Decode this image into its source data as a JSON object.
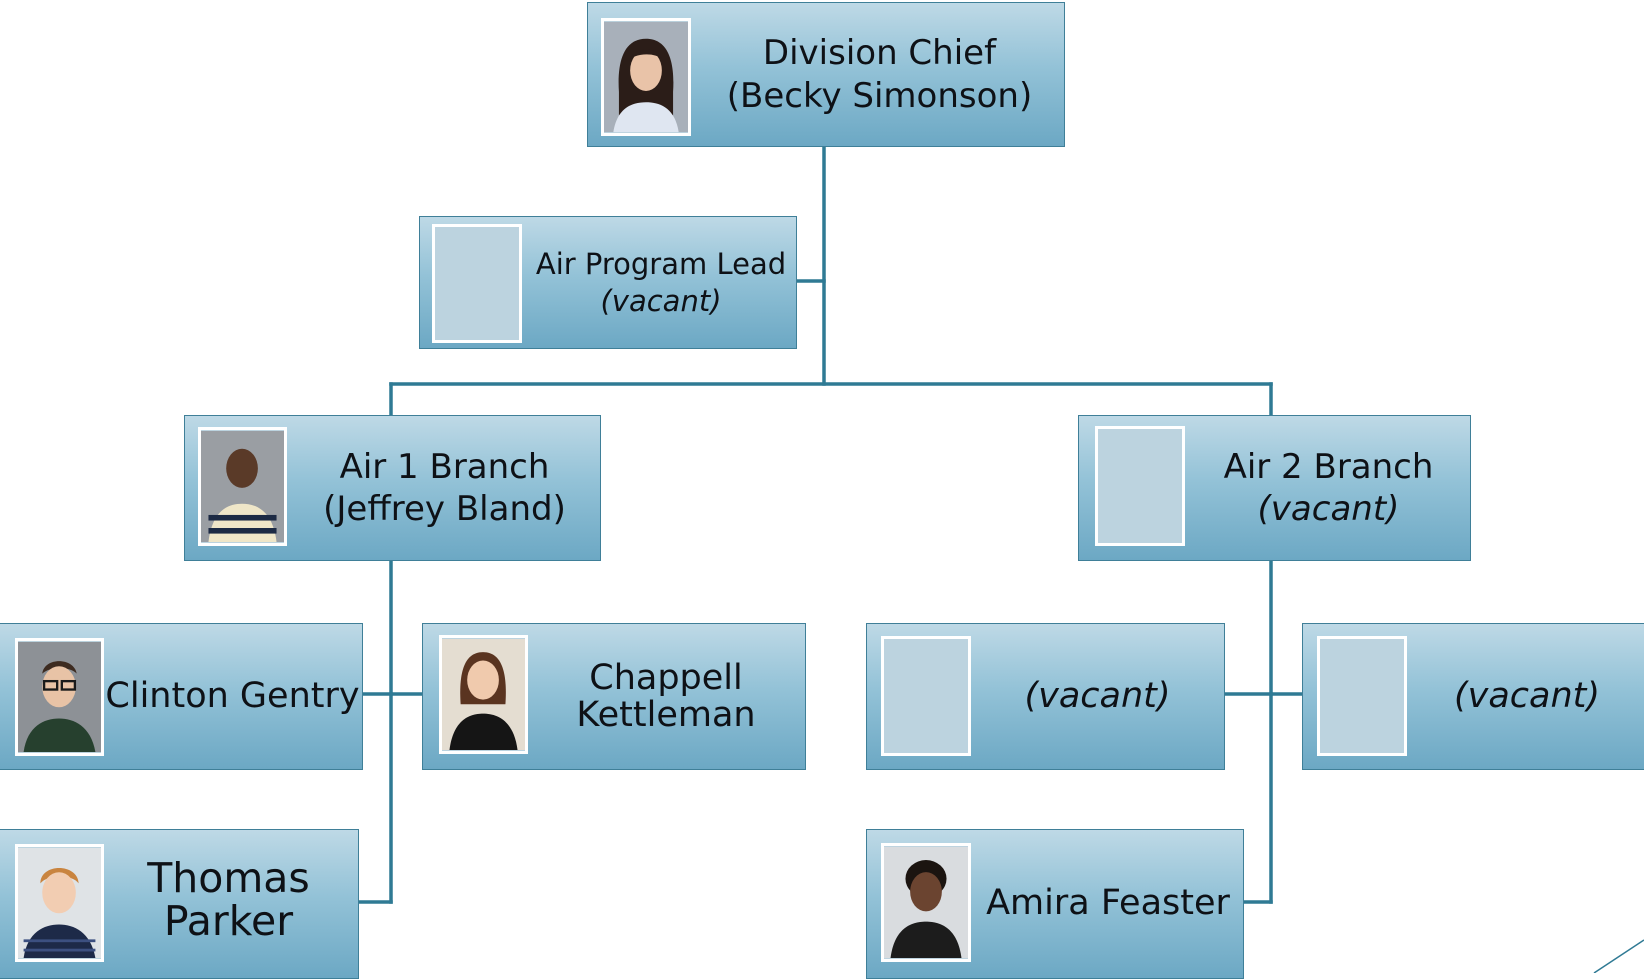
{
  "colors": {
    "box_top": "#bed9e6",
    "box_bottom": "#6ca8c4",
    "connector": "#2f7a94",
    "vacant_photo": "#bcd3df"
  },
  "nodes": {
    "division_chief": {
      "title": "Division Chief",
      "name": "(Becky Simonson)"
    },
    "air_program_lead": {
      "title": "Air Program Lead",
      "name": "(vacant)"
    },
    "air1_branch": {
      "title": "Air 1 Branch",
      "name": "(Jeffrey Bland)"
    },
    "air2_branch": {
      "title": "Air 2 Branch",
      "name": "(vacant)"
    },
    "clinton_gentry": {
      "name": "Clinton Gentry"
    },
    "chappell_kettleman": {
      "line1": "Chappell",
      "line2": "Kettleman"
    },
    "thomas_parker": {
      "line1": "Thomas",
      "line2": "Parker"
    },
    "air2_staff_1": {
      "name": "(vacant)"
    },
    "air2_staff_2": {
      "name": "(vacant)"
    },
    "amira_feaster": {
      "name": "Amira Feaster"
    }
  }
}
